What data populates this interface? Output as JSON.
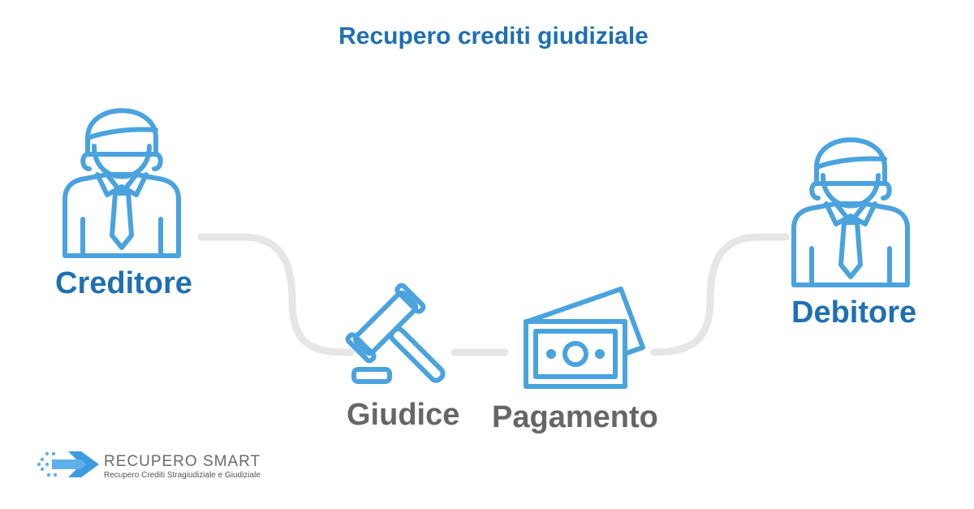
{
  "title": "Recupero crediti giudiziale",
  "nodes": {
    "creditore": "Creditore",
    "giudice": "Giudice",
    "pagamento": "Pagamento",
    "debitore": "Debitore"
  },
  "brand": {
    "name": "RECUPERO SMART",
    "tagline": "Recupero Crediti Stragiudiziale e Giudiziale"
  },
  "colors": {
    "accent": "#1f6fb2",
    "icon": "#4aa3df",
    "connector": "#e6e6e6",
    "label_gray": "#666666"
  },
  "icons": {
    "creditore": "businessman-icon",
    "giudice": "gavel-icon",
    "pagamento": "banknotes-icon",
    "debitore": "businessman-icon",
    "brand": "arrow-logo-icon"
  }
}
